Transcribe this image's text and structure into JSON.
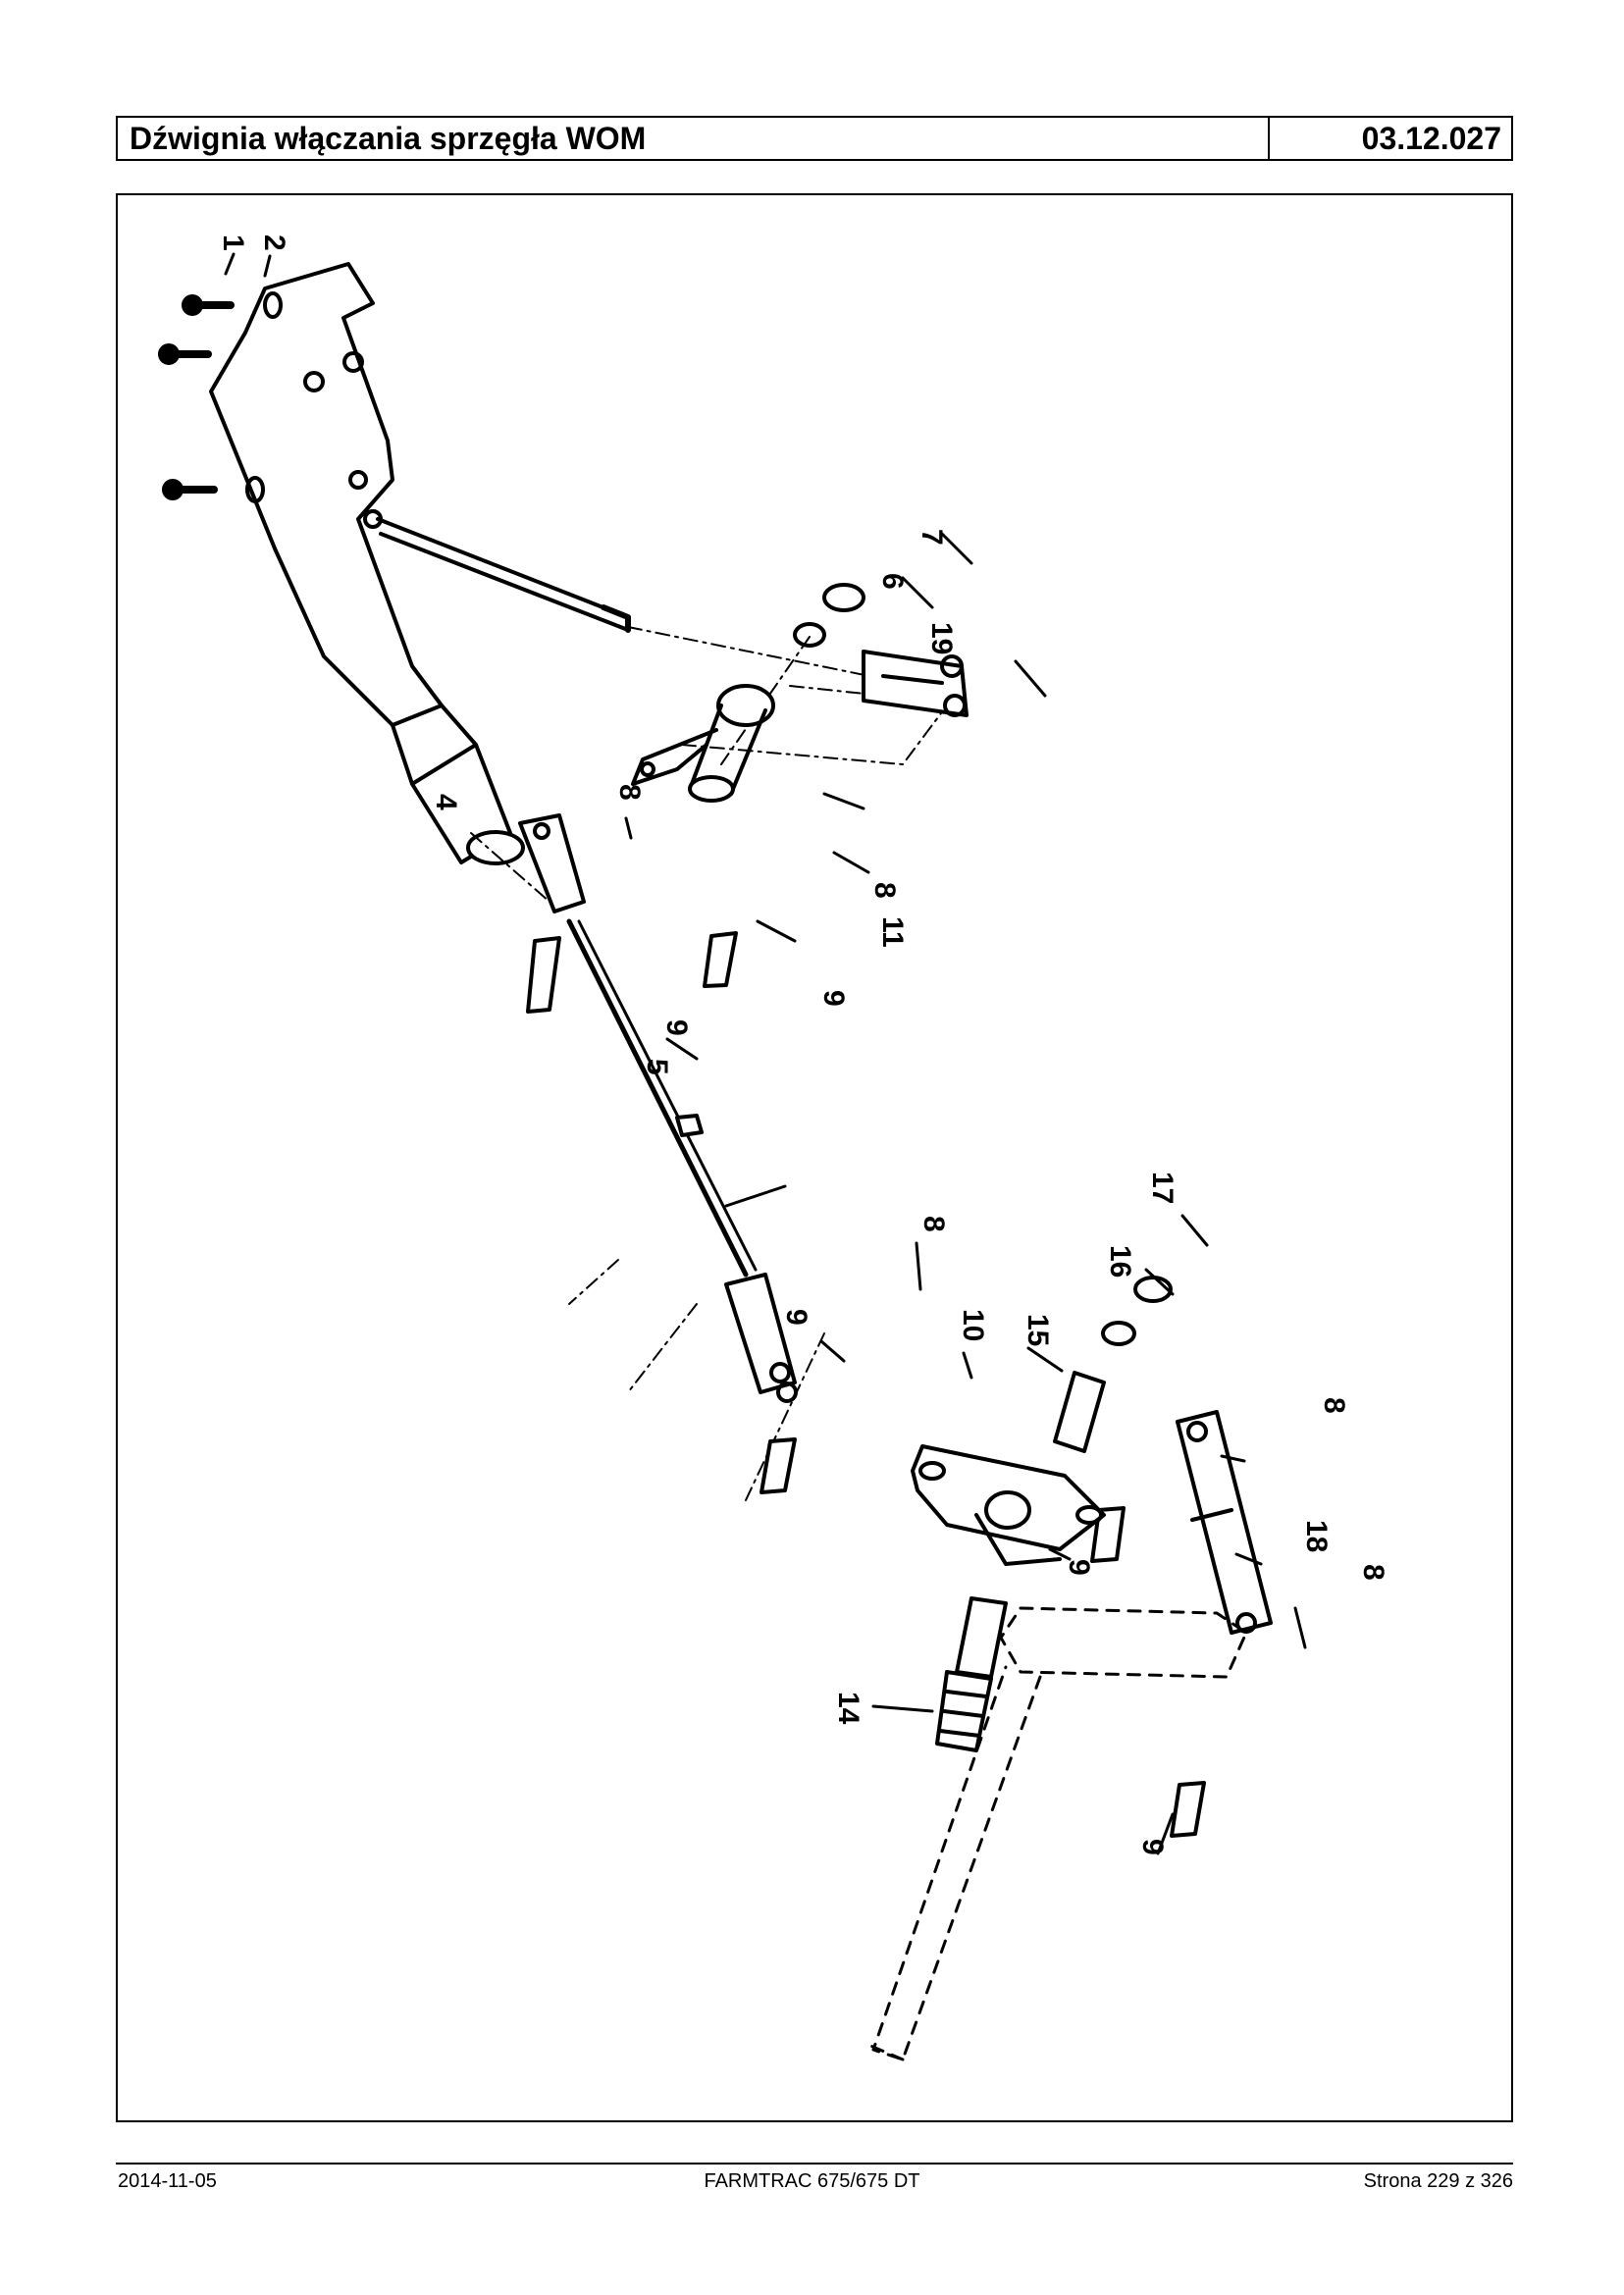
{
  "header": {
    "title": "Dźwignia włączania sprzęgła WOM",
    "code": "03.12.027"
  },
  "footer": {
    "date": "2014-11-05",
    "model": "FARMTRAC 675/675 DT",
    "page": "Strona 229 z 326"
  },
  "callouts": {
    "c1": "1",
    "c2": "2",
    "c4": "4",
    "c5": "5",
    "c6": "6",
    "c7": "7",
    "c8a": "8",
    "c8b": "8",
    "c8c": "8",
    "c8d": "8",
    "c8e": "8",
    "c9a": "9",
    "c9b": "9",
    "c9c": "9",
    "c9d": "9",
    "c9e": "9",
    "c10": "10",
    "c11": "11",
    "c14": "14",
    "c15": "15",
    "c16": "16",
    "c17": "17",
    "c18": "18",
    "c19": "19"
  }
}
